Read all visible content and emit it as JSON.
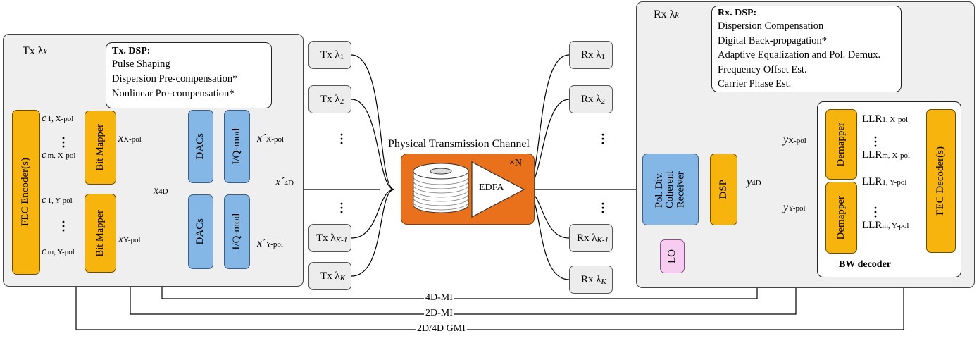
{
  "tx": {
    "panel_title": "Tx λ",
    "panel_sub": "k",
    "dsp_title": "Tx. DSP:",
    "dsp_items": [
      "Pulse Shaping",
      "Dispersion Pre-compensation*",
      "Nonlinear Pre-compensation*"
    ],
    "fec_encoder": "FEC Encoder(s)",
    "bit_mapper": "Bit Mapper",
    "dacs": "DACs",
    "iq_mod": "I/Q-mod",
    "c1x": "1, X-pol",
    "cmx": "m, X-pol",
    "c1y": "1, Y-pol",
    "cmy": "m, Y-pol",
    "c": "c",
    "x": "x",
    "x_sub_x": "X-pol",
    "x_sub_y": "Y-pol",
    "x_4d": "4D",
    "xp_sym": "x´",
    "xp_sub_x": "X-pol",
    "xp_sub_y": "Y-pol",
    "xp_4d": "4D"
  },
  "wdm": {
    "tx_labels": [
      "Tx λ",
      "Tx λ",
      "Tx λ",
      "Tx λ"
    ],
    "tx_subs": [
      "1",
      "2",
      "K-1",
      "K"
    ],
    "rx_labels": [
      "Rx λ",
      "Rx λ",
      "Rx λ",
      "Rx λ"
    ],
    "rx_subs": [
      "1",
      "2",
      "K-1",
      "K"
    ]
  },
  "channel": {
    "title": "Physical Transmission Channel",
    "edfa": "EDFA",
    "times_n": "×N"
  },
  "rx": {
    "panel_title": "Rx λ",
    "panel_sub": "k",
    "dsp_title": "Rx. DSP:",
    "dsp_items": [
      "Dispersion Compensation",
      "Digital Back-propagation*",
      "Adaptive Equalization and Pol. Demux.",
      "Frequency Offset Est.",
      "Carrier Phase Est."
    ],
    "coherent_receiver": "Pol. Div. Coherent Receiver",
    "dsp": "DSP",
    "lo": "LO",
    "y": "y",
    "y_4d": "4D",
    "y_x": "X-pol",
    "y_y": "Y-pol",
    "demapper": "Demapper",
    "fec_decoder": "FEC Decoder(s)",
    "llr": "LLR",
    "llr1x": "1, X-pol",
    "llrmx": "m, X-pol",
    "llr1y": "1, Y-pol",
    "llrmy": "m, Y-pol",
    "bw_decoder": "BW decoder"
  },
  "metrics": [
    "4D-MI",
    "2D-MI",
    "2D/4D GMI"
  ],
  "colors": {
    "orange_block": "#f6b40d",
    "blue_block": "#84b6e6",
    "channel": "#e9711c",
    "lo": "#f6cdf1",
    "panel": "#efefef"
  }
}
